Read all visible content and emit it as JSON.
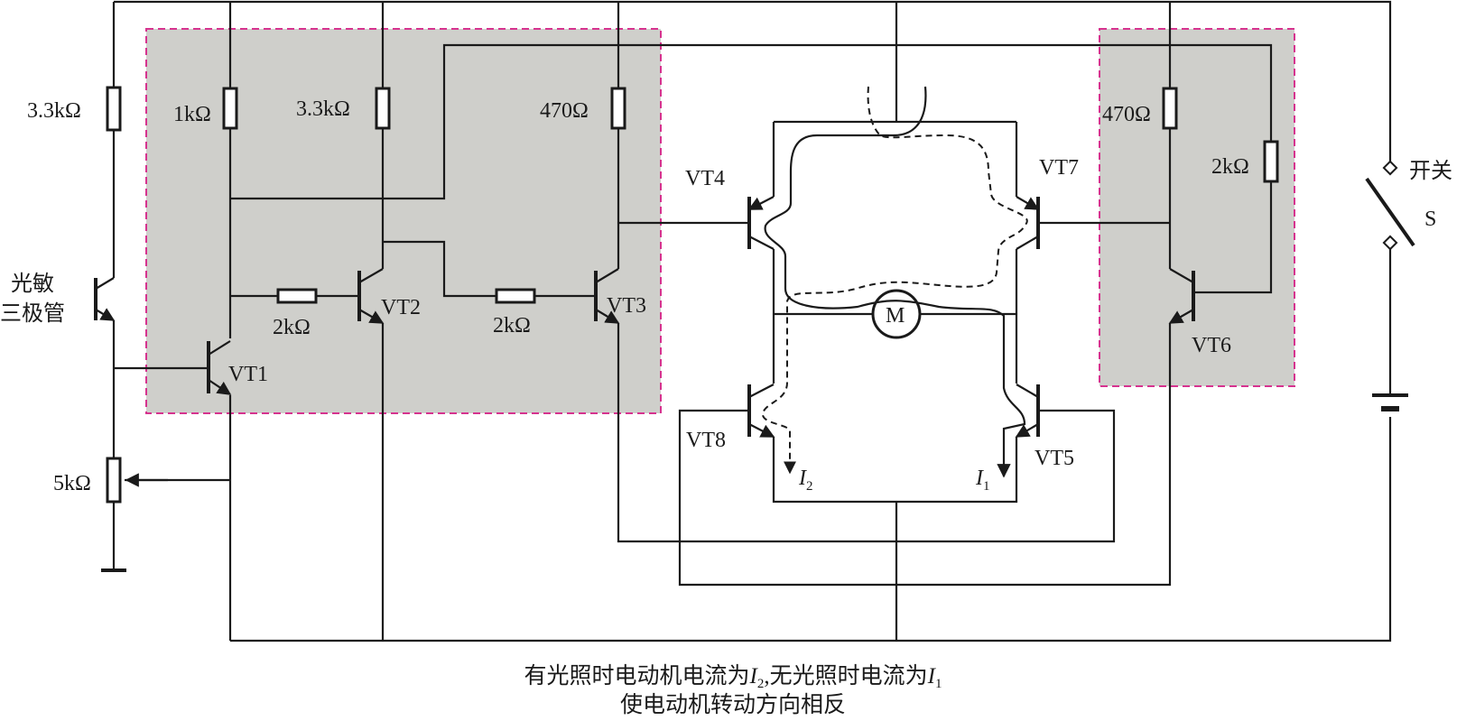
{
  "colors": {
    "module_fill": "#cfcfcb",
    "module_border": "#d6338f",
    "ink": "#1a1a1a"
  },
  "labels": {
    "r_sensor": "3.3kΩ",
    "r_vt1": "1kΩ",
    "r_vt2": "3.3kΩ",
    "r_vt3": "470Ω",
    "r_vt6": "470Ω",
    "r_vt6_base": "2kΩ",
    "r_vt1_vt2": "2kΩ",
    "r_vt2_vt3": "2kΩ",
    "r_pot": "5kΩ",
    "sensor_line1": "光敏",
    "sensor_line2": "三极管",
    "vt1": "VT1",
    "vt2": "VT2",
    "vt3": "VT3",
    "vt4": "VT4",
    "vt5": "VT5",
    "vt6": "VT6",
    "vt7": "VT7",
    "vt8": "VT8",
    "motor": "M",
    "switch_name": "开关",
    "switch_symbol": "S",
    "i1_main": "I",
    "i1_sub": "1",
    "i2_main": "I",
    "i2_sub": "2"
  },
  "caption": {
    "line1_part1": "有光照时电动机电流为",
    "line1_i": "I",
    "line1_sub1": "2",
    "line1_part2": ",无光照时电流为",
    "line1_i2": "I",
    "line1_sub2": "1",
    "line2": "使电动机转动方向相反"
  }
}
